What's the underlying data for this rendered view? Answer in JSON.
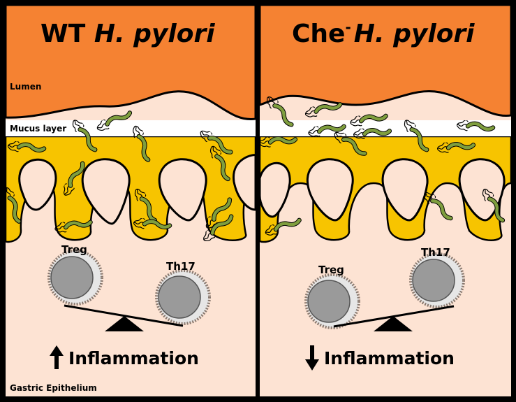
{
  "panels": [
    {
      "title_plain": "WT ",
      "title_italic": "H. pylori",
      "title_superscript": "",
      "lumen_label": "Lumen",
      "mucus_label": "Mucus layer",
      "epithelium_label": "Gastric Epithelium",
      "treg_label": "Treg",
      "th17_label": "Th17",
      "inflammation_label": "Inflammation",
      "inflammation_arrow": "up-arrow-icon"
    },
    {
      "title_plain": "Che",
      "title_superscript": "-",
      "title_italic": "H. pylori",
      "lumen_label": "",
      "mucus_label": "",
      "epithelium_label": "",
      "treg_label": "Treg",
      "th17_label": "Th17",
      "inflammation_label": "Inflammation",
      "inflammation_arrow": "down-arrow-icon"
    }
  ],
  "colors": {
    "lumen": "#F58232",
    "mucus": "#FFFFFF",
    "glands": "#F7C400",
    "epithelium": "#FDE3D3",
    "bacteria": "#7F9E3E",
    "cell": "#9A9A9A",
    "cell_halo": "#E6E6E6"
  }
}
